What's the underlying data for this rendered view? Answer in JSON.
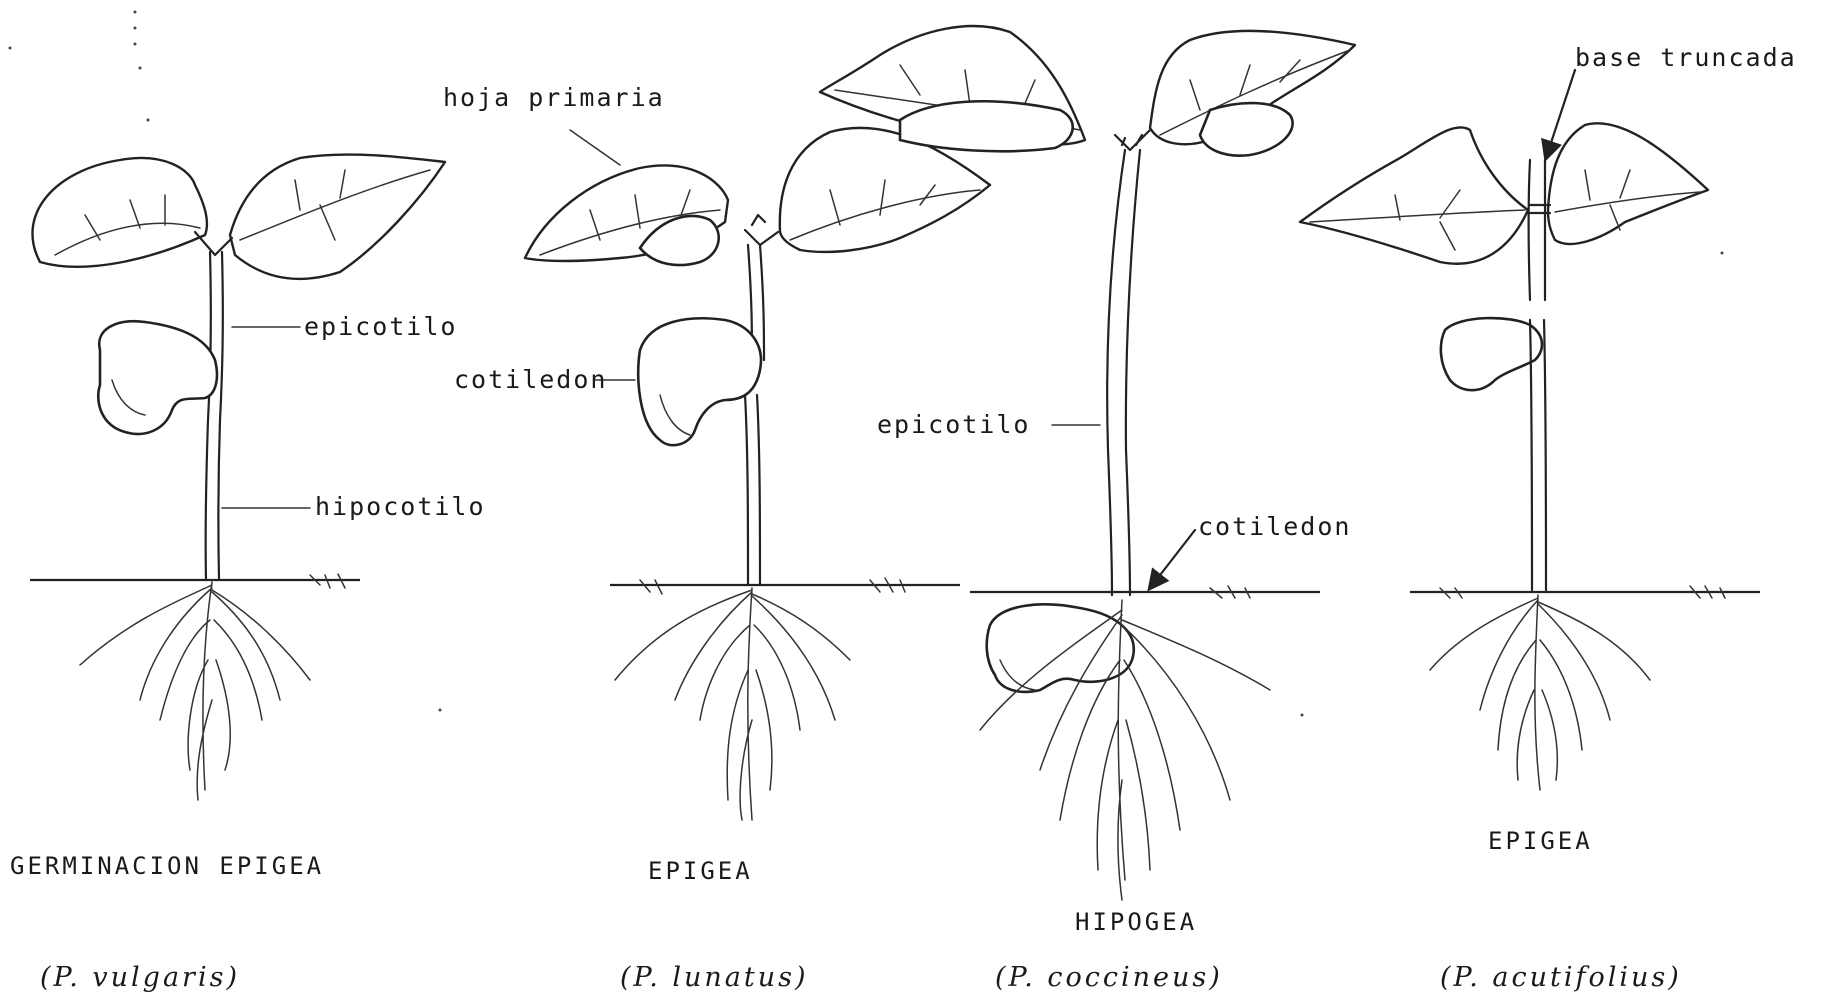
{
  "labels": {
    "hoja_primaria": "hoja primaria",
    "epicotilo_1": "epicotilo",
    "cotiledon_1": "cotiledon",
    "hipocotilo": "hipocotilo",
    "epicotilo_2": "epicotilo",
    "cotiledon_2": "cotiledon",
    "base_truncada": "base truncada"
  },
  "plants": [
    {
      "caption": "GERMINACION EPIGEA",
      "species": "(P. vulgaris)"
    },
    {
      "caption": "EPIGEA",
      "species": "(P. lunatus)"
    },
    {
      "caption": "HIPOGEA",
      "species": "(P. coccineus)"
    },
    {
      "caption": "EPIGEA",
      "species": "(P. acutifolius)"
    }
  ]
}
